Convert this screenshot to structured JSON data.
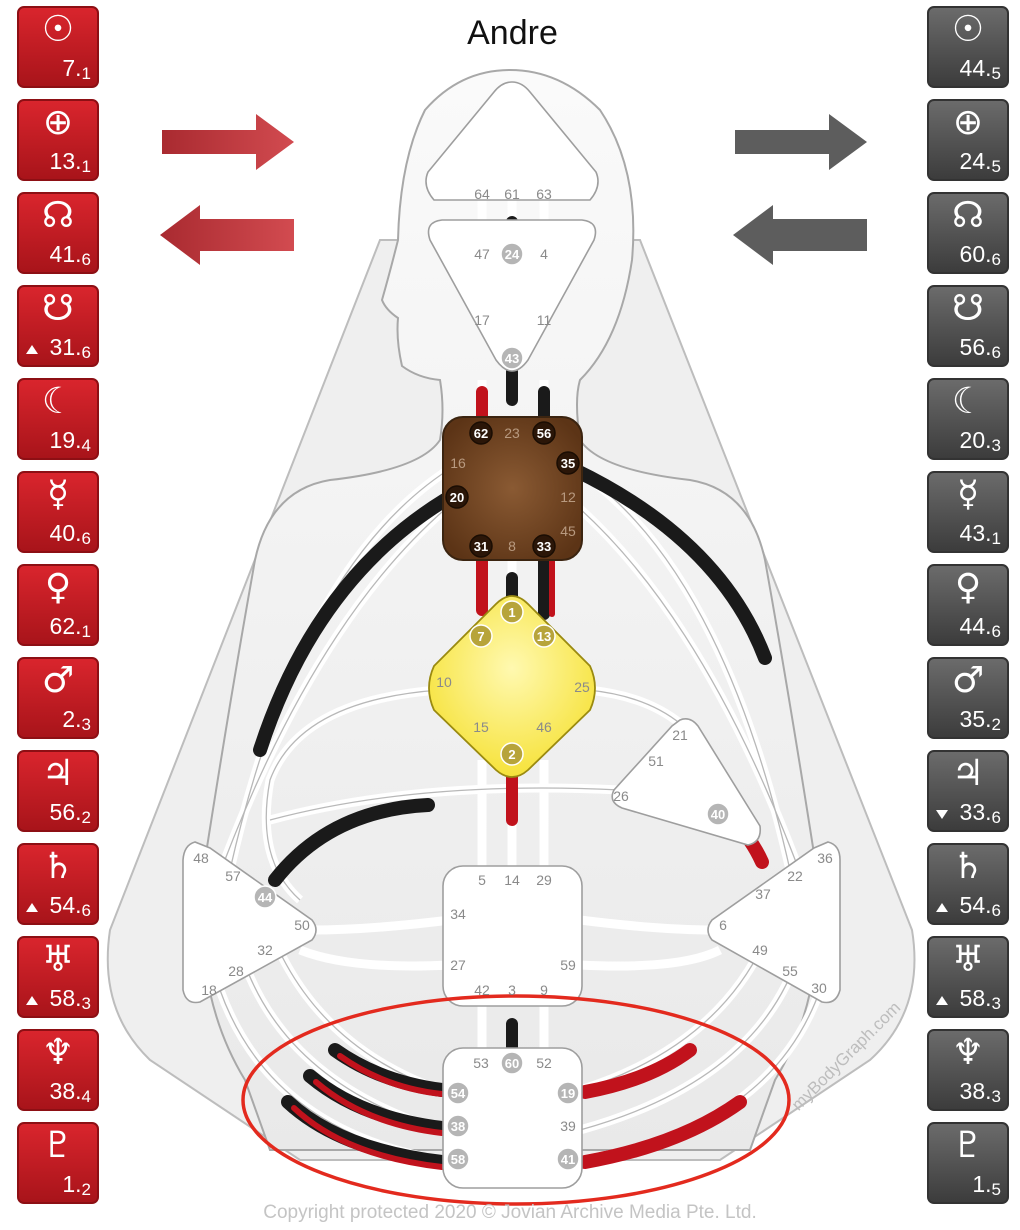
{
  "title": "Andre",
  "copyright": "Copyright protected 2020 © Jovian Archive Media Pte. Ltd.",
  "watermark": "myBodyGraph.com",
  "colors": {
    "design": "#c1121c",
    "personality": "#1a1a1a",
    "defined_g": "#ffe94a",
    "defined_throat": "#6b3a1c"
  },
  "design_column": [
    {
      "icon": "sun-icon",
      "glyph": "☉",
      "gate": "7",
      "line": "1",
      "mark": ""
    },
    {
      "icon": "earth-icon",
      "glyph": "⊕",
      "gate": "13",
      "line": "1",
      "mark": ""
    },
    {
      "icon": "north-node-icon",
      "glyph": "☊",
      "gate": "41",
      "line": "6",
      "mark": ""
    },
    {
      "icon": "south-node-icon",
      "glyph": "☋",
      "gate": "31",
      "line": "6",
      "mark": "up"
    },
    {
      "icon": "moon-icon",
      "glyph": "☾",
      "gate": "19",
      "line": "4",
      "mark": ""
    },
    {
      "icon": "mercury-icon",
      "glyph": "☿",
      "gate": "40",
      "line": "6",
      "mark": ""
    },
    {
      "icon": "venus-icon",
      "glyph": "♀",
      "gate": "62",
      "line": "1",
      "mark": ""
    },
    {
      "icon": "mars-icon",
      "glyph": "♂",
      "gate": "2",
      "line": "3",
      "mark": ""
    },
    {
      "icon": "jupiter-icon",
      "glyph": "♃",
      "gate": "56",
      "line": "2",
      "mark": ""
    },
    {
      "icon": "saturn-icon",
      "glyph": "♄",
      "gate": "54",
      "line": "6",
      "mark": "up"
    },
    {
      "icon": "uranus-icon",
      "glyph": "♅",
      "gate": "58",
      "line": "3",
      "mark": "up"
    },
    {
      "icon": "neptune-icon",
      "glyph": "♆",
      "gate": "38",
      "line": "4",
      "mark": ""
    },
    {
      "icon": "pluto-icon",
      "glyph": "♇",
      "gate": "1",
      "line": "2",
      "mark": ""
    }
  ],
  "personality_column": [
    {
      "icon": "sun-icon",
      "glyph": "☉",
      "gate": "44",
      "line": "5",
      "mark": ""
    },
    {
      "icon": "earth-icon",
      "glyph": "⊕",
      "gate": "24",
      "line": "5",
      "mark": ""
    },
    {
      "icon": "north-node-icon",
      "glyph": "☊",
      "gate": "60",
      "line": "6",
      "mark": ""
    },
    {
      "icon": "south-node-icon",
      "glyph": "☋",
      "gate": "56",
      "line": "6",
      "mark": ""
    },
    {
      "icon": "moon-icon",
      "glyph": "☾",
      "gate": "20",
      "line": "3",
      "mark": ""
    },
    {
      "icon": "mercury-icon",
      "glyph": "☿",
      "gate": "43",
      "line": "1",
      "mark": ""
    },
    {
      "icon": "venus-icon",
      "glyph": "♀",
      "gate": "44",
      "line": "6",
      "mark": ""
    },
    {
      "icon": "mars-icon",
      "glyph": "♂",
      "gate": "35",
      "line": "2",
      "mark": ""
    },
    {
      "icon": "jupiter-icon",
      "glyph": "♃",
      "gate": "33",
      "line": "6",
      "mark": "down"
    },
    {
      "icon": "saturn-icon",
      "glyph": "♄",
      "gate": "54",
      "line": "6",
      "mark": "up"
    },
    {
      "icon": "uranus-icon",
      "glyph": "♅",
      "gate": "58",
      "line": "3",
      "mark": "up"
    },
    {
      "icon": "neptune-icon",
      "glyph": "♆",
      "gate": "38",
      "line": "3",
      "mark": ""
    },
    {
      "icon": "pluto-icon",
      "glyph": "♇",
      "gate": "1",
      "line": "5",
      "mark": ""
    }
  ],
  "gates": {
    "head": [
      "64",
      "61",
      "63"
    ],
    "ajna": [
      "47",
      "24",
      "4",
      "17",
      "11",
      "43"
    ],
    "throat": [
      "62",
      "23",
      "56",
      "16",
      "35",
      "20",
      "12",
      "45",
      "31",
      "8",
      "33"
    ],
    "g": [
      "1",
      "7",
      "13",
      "10",
      "25",
      "15",
      "46",
      "2"
    ],
    "ego": [
      "21",
      "51",
      "26",
      "40"
    ],
    "spleen": [
      "48",
      "57",
      "44",
      "50",
      "32",
      "28",
      "18"
    ],
    "sacral": [
      "5",
      "14",
      "29",
      "34",
      "27",
      "59",
      "42",
      "3",
      "9"
    ],
    "solar": [
      "36",
      "22",
      "37",
      "6",
      "49",
      "55",
      "30"
    ],
    "root": [
      "53",
      "60",
      "52",
      "54",
      "19",
      "38",
      "39",
      "58",
      "41"
    ]
  }
}
